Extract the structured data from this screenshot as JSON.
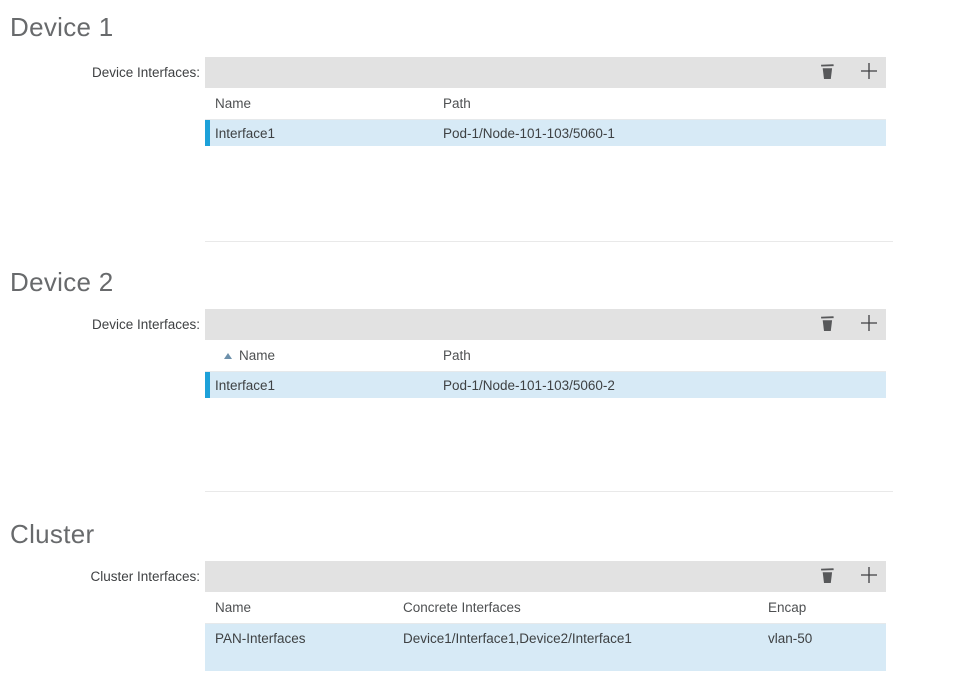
{
  "colors": {
    "accent_blue_bar": "#1da1d9",
    "row_highlight": "#d7eaf6",
    "toolbar_bg": "#e2e2e2",
    "title_gray": "#686a6c"
  },
  "toolbar": {
    "delete_icon": "trash-icon",
    "add_icon": "plus-icon"
  },
  "sections": [
    {
      "title": "Device 1",
      "field_label": "Device Interfaces:",
      "columns": [
        {
          "label": "Name"
        },
        {
          "label": "Path"
        }
      ],
      "rows": [
        {
          "selected": true,
          "cells": [
            "Interface1",
            "Pod-1/Node-101-103/5060-1"
          ]
        }
      ]
    },
    {
      "title": "Device 2",
      "field_label": "Device Interfaces:",
      "columns": [
        {
          "label": "Name",
          "sorted": "ascending"
        },
        {
          "label": "Path"
        }
      ],
      "rows": [
        {
          "selected": true,
          "cells": [
            "Interface1",
            "Pod-1/Node-101-103/5060-2"
          ]
        }
      ]
    },
    {
      "title": "Cluster",
      "field_label": "Cluster Interfaces:",
      "columns": [
        {
          "label": "Name"
        },
        {
          "label": "Concrete Interfaces"
        },
        {
          "label": "Encap"
        }
      ],
      "rows": [
        {
          "selected": true,
          "cells": [
            "PAN-Interfaces",
            "Device1/Interface1,Device2/Interface1",
            "vlan-50"
          ]
        }
      ]
    }
  ]
}
